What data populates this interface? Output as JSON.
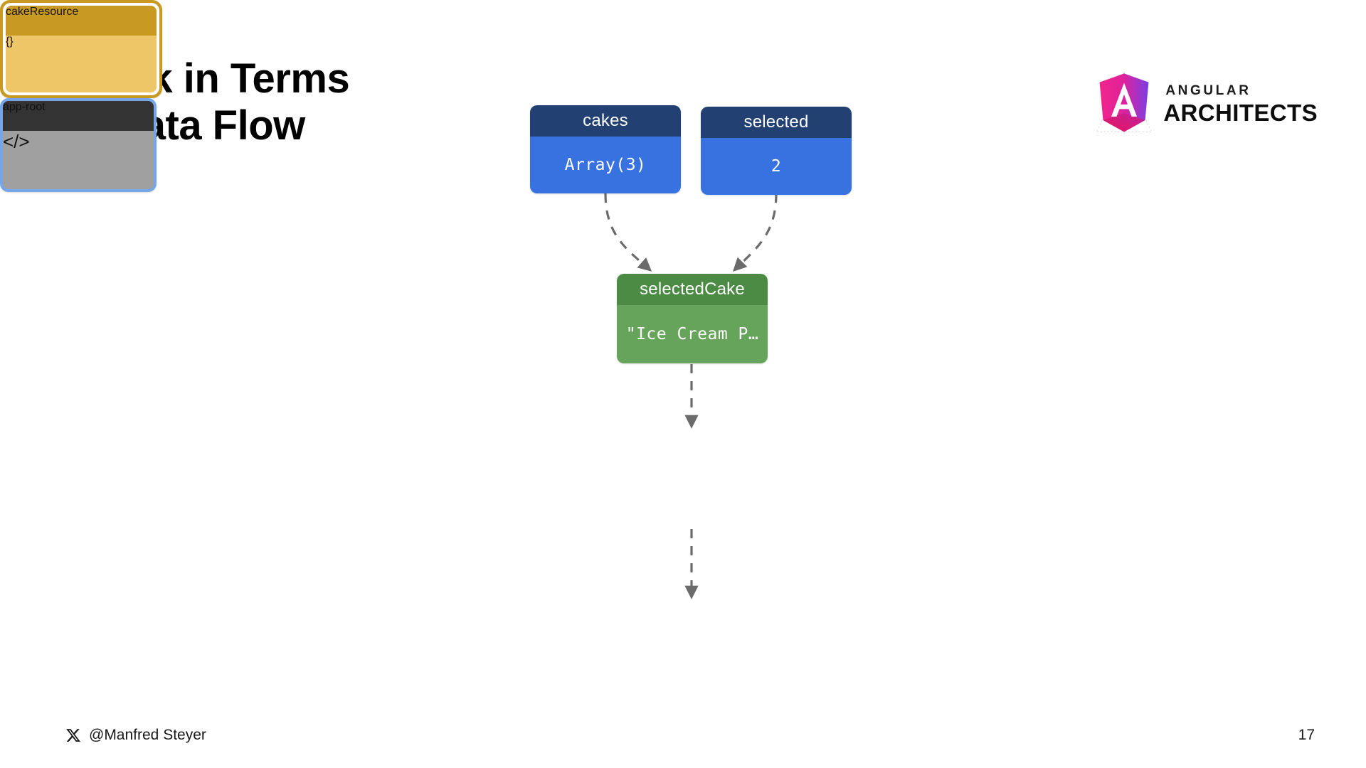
{
  "slide": {
    "title": "Think in Terms\nof Data Flow",
    "page_number": "17",
    "background": "#ffffff"
  },
  "logo": {
    "line1": "ANGULAR",
    "line2": "ARCHITECTS",
    "mark_name": "angular-shield",
    "gradient_start": "#f2268b",
    "gradient_end": "#7b3fe4",
    "accent": "#e8145b"
  },
  "footer": {
    "handle": "@Manfred Steyer",
    "icon": "x-twitter-icon"
  },
  "diagram": {
    "type": "data-flow-graph",
    "nodes": [
      {
        "id": "cakes",
        "title": "cakes",
        "value": "Array(3)",
        "kind": "signal",
        "header_color": "#234072",
        "body_color": "#3871e0",
        "text_color": "#ffffff"
      },
      {
        "id": "selected",
        "title": "selected",
        "value": "2",
        "kind": "signal",
        "header_color": "#234072",
        "body_color": "#3871e0",
        "text_color": "#ffffff"
      },
      {
        "id": "selectedCake",
        "title": "selectedCake",
        "value": "\"Ice Cream P…",
        "kind": "computed",
        "header_color": "#4b8b44",
        "body_color": "#66a35b",
        "text_color": "#ffffff"
      },
      {
        "id": "cakeResource",
        "title": "cakeResource",
        "value": "{}",
        "kind": "resource",
        "header_color": "#c89a22",
        "body_color": "#eec567",
        "text_color": "#141414"
      },
      {
        "id": "appRoot",
        "title": "app-root",
        "value": "</>",
        "kind": "component",
        "header_color": "#333333",
        "body_color": "#a0a0a0",
        "text_color": "#ffffff",
        "border_color": "#76a5e8"
      }
    ],
    "edges": [
      {
        "from": "cakes",
        "to": "selectedCake",
        "style": "dashed",
        "arrow": true,
        "color": "#6b6b6b"
      },
      {
        "from": "selected",
        "to": "selectedCake",
        "style": "dashed",
        "arrow": true,
        "color": "#6b6b6b"
      },
      {
        "from": "selectedCake",
        "to": "cakeResource",
        "style": "dashed",
        "arrow": true,
        "color": "#6b6b6b"
      },
      {
        "from": "cakeResource",
        "to": "appRoot",
        "style": "dashed",
        "arrow": true,
        "color": "#6b6b6b"
      }
    ]
  }
}
